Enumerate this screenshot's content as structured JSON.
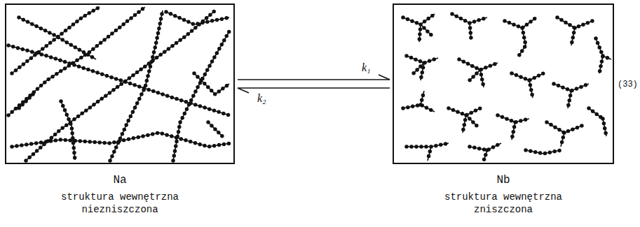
{
  "diagram": {
    "nodes": [
      {
        "text": [
          "Na",
          "struktura wewnętrzna niezniszczona"
        ]
      },
      {
        "text": [
          "Nb",
          "struktura wewnętrzna zniszczona"
        ]
      }
    ],
    "edges": [
      {
        "from": 0,
        "to": 1,
        "label": "k₁",
        "arrow": "to"
      },
      {
        "from": 1,
        "to": 0,
        "label": "k₂",
        "arrow": "to"
      }
    ],
    "labels": [
      "(33)"
    ]
  }
}
